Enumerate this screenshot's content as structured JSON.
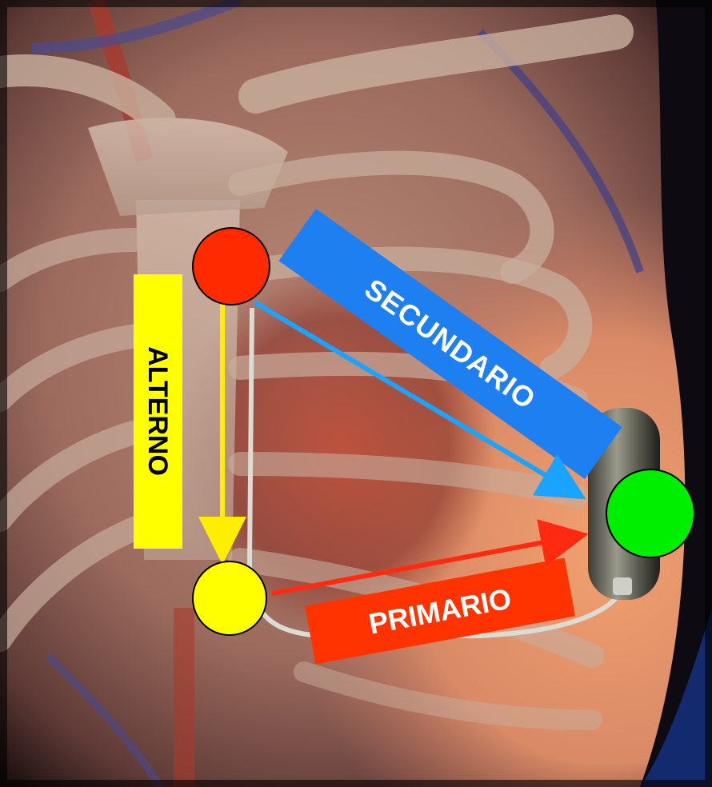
{
  "labels": {
    "secundario": "SECUNDARIO",
    "primario": "PRIMARIO",
    "alterno": "ALTERNO"
  },
  "colors": {
    "secundario_band": "#1e7ff0",
    "secundario_arrow": "#1aa3ff",
    "primario_band": "#ff3300",
    "primario_arrow": "#ff2a10",
    "alterno_band": "#ffff00",
    "alterno_arrow": "#ffee00",
    "node_top": "#ff2a00",
    "node_bottom": "#ffff00",
    "node_device": "#00ee00"
  }
}
